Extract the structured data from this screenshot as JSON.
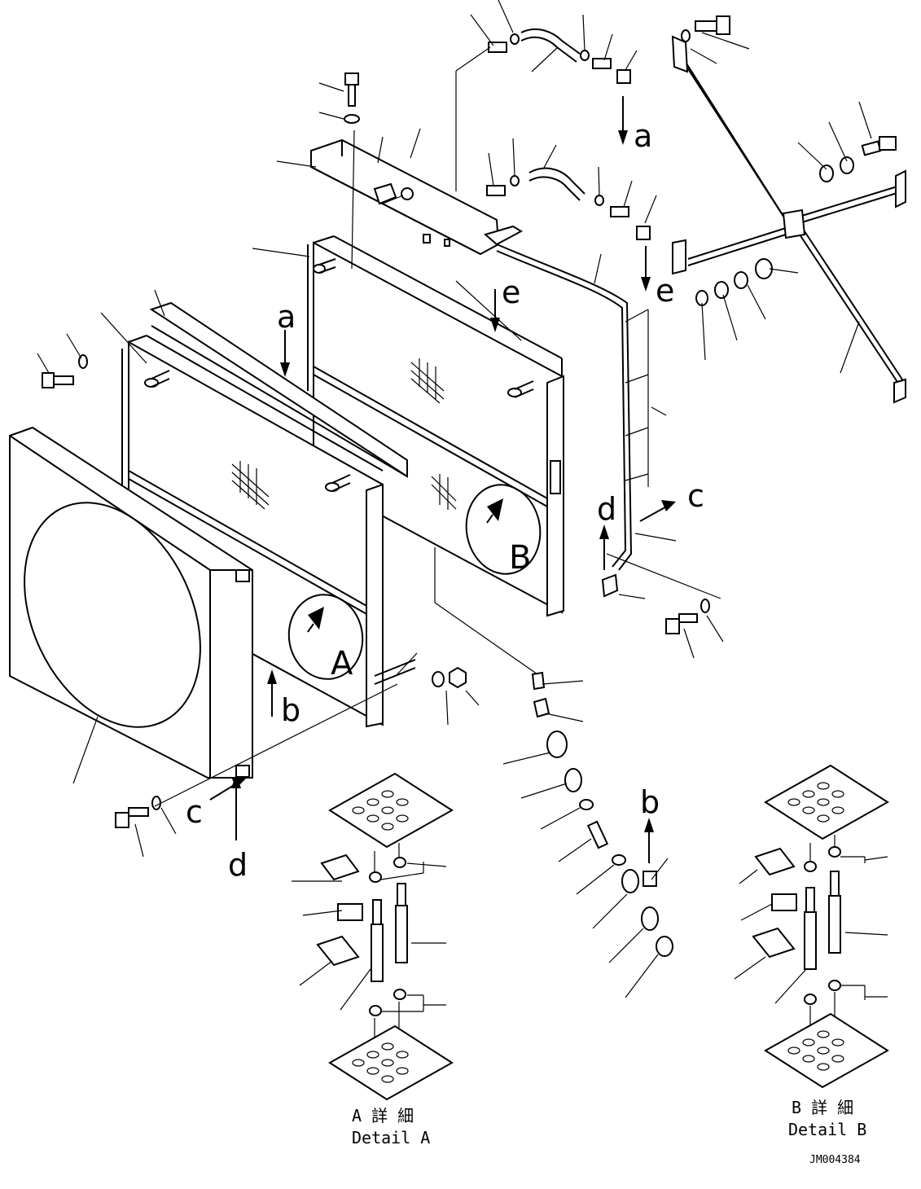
{
  "diagram": {
    "callouts": {
      "a": "a",
      "b": "b",
      "c": "c",
      "d": "d",
      "e": "e"
    },
    "detail_marks": {
      "A": "A",
      "B": "B"
    },
    "detail_a": {
      "title_jp": "A 詳 細",
      "title_en": "Detail A"
    },
    "detail_b": {
      "title_jp": "B 詳 細",
      "title_en": "Detail B"
    },
    "drawing_number": "JM004384"
  }
}
